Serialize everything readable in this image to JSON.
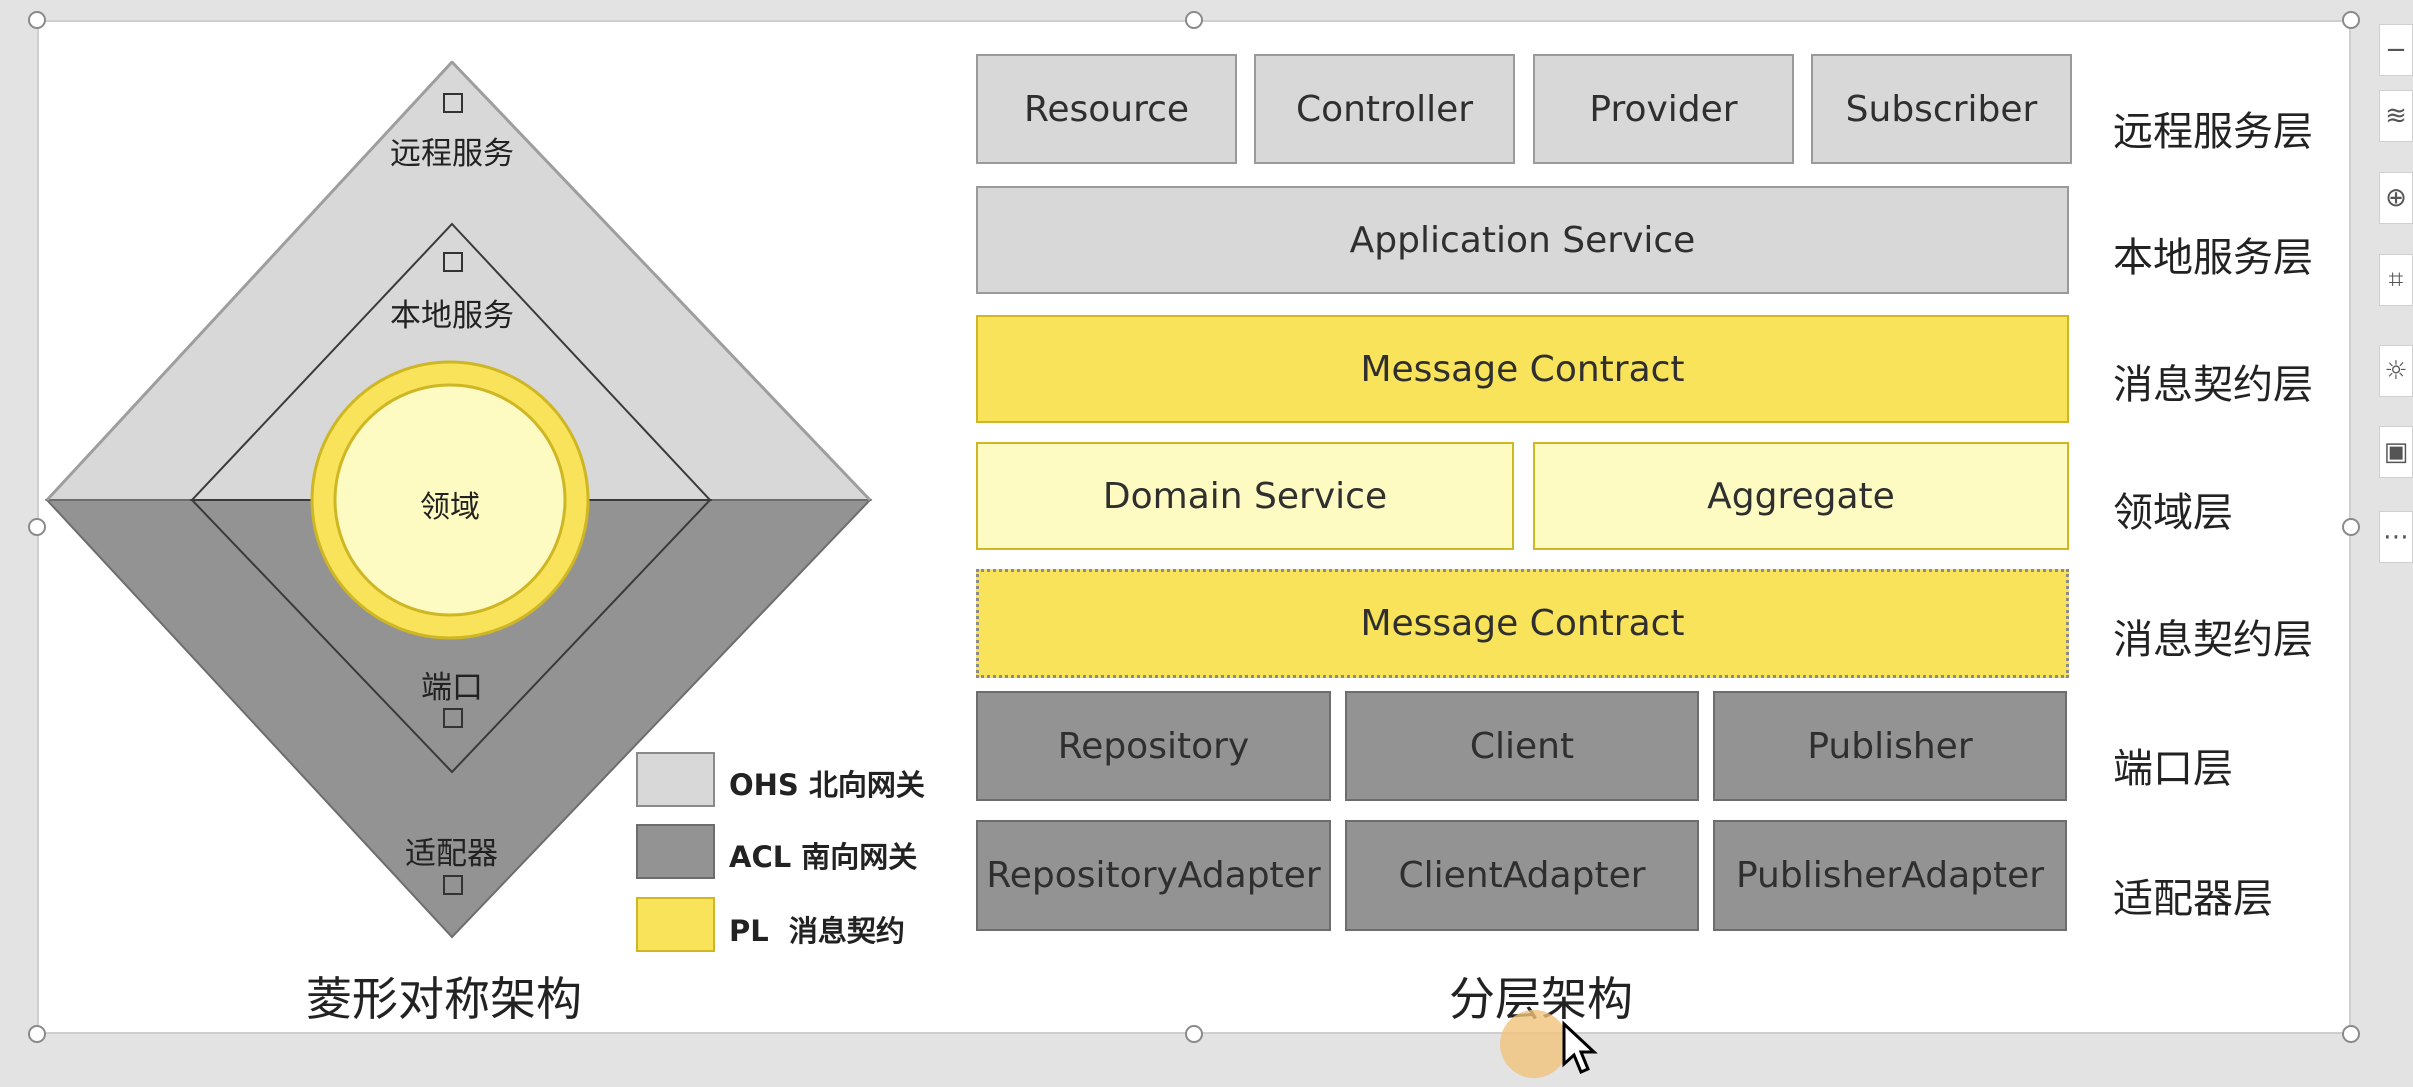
{
  "diamond": {
    "title": "菱形对称架构",
    "labels": {
      "remote": "远程服务",
      "local": "本地服务",
      "domain": "领域",
      "port": "端口",
      "adapter": "适配器"
    },
    "legend": [
      {
        "text": "OHS 北向网关",
        "color": "#d8d8d8"
      },
      {
        "text": "ACL 南向网关",
        "color": "#939393"
      },
      {
        "text": "PL  消息契约",
        "color": "#f8e35a"
      }
    ]
  },
  "layered": {
    "title": "分层架构",
    "rows": [
      {
        "label": "远程服务层",
        "boxes": [
          "Resource",
          "Controller",
          "Provider",
          "Subscriber"
        ]
      },
      {
        "label": "本地服务层",
        "boxes": [
          "Application Service"
        ]
      },
      {
        "label": "消息契约层",
        "boxes": [
          "Message Contract"
        ]
      },
      {
        "label": "领域层",
        "boxes": [
          "Domain Service",
          "Aggregate"
        ]
      },
      {
        "label": "消息契约层",
        "boxes": [
          "Message Contract"
        ]
      },
      {
        "label": "端口层",
        "boxes": [
          "Repository",
          "Client",
          "Publisher"
        ]
      },
      {
        "label": "适配器层",
        "boxes": [
          "RepositoryAdapter",
          "ClientAdapter",
          "PublisherAdapter"
        ]
      }
    ]
  },
  "colors": {
    "ohs": "#d8d8d8",
    "acl": "#939393",
    "pl": "#f8e35a",
    "domain": "#fdfac2"
  },
  "toolbar": [
    "minus-icon",
    "layers-icon",
    "zoom-in-icon",
    "crop-icon",
    "lightbulb-icon",
    "compare-icon",
    "more-icon"
  ]
}
